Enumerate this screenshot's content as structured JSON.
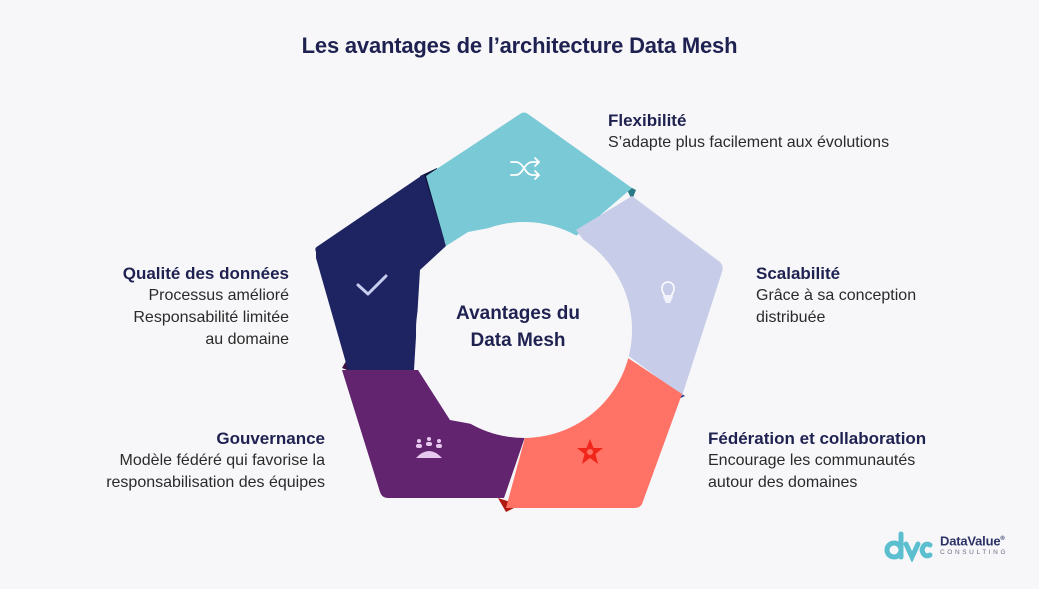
{
  "title": "Les avantages de l’architecture Data Mesh",
  "center": {
    "line1": "Avantages du",
    "line2": "Data Mesh"
  },
  "segments": [
    {
      "id": "flexibilite",
      "heading": "Flexibilité",
      "lines": [
        "S’adapte plus facilement aux évolutions"
      ],
      "icon": "shuffle-icon",
      "color": "#7ac9d6",
      "shadow": "#2b7a86",
      "icon_color": "#ffffff"
    },
    {
      "id": "scalabilite",
      "heading": "Scalabilité",
      "lines": [
        "Grâce à sa conception",
        "distribuée"
      ],
      "icon": "lightbulb-icon",
      "color": "#c7cde8",
      "shadow": "#34408f",
      "icon_color": "#ffffff"
    },
    {
      "id": "federation",
      "heading": "Fédération et collaboration",
      "lines": [
        "Encourage les communautés",
        "autour des domaines"
      ],
      "icon": "hands-star-icon",
      "color": "#ff7266",
      "shadow": "#b01a10",
      "icon_color": "#f0261a"
    },
    {
      "id": "gouvernance",
      "heading": "Gouvernance",
      "lines": [
        "Modèle fédéré qui favorise la",
        "responsabilisation des équipes"
      ],
      "icon": "team-meeting-icon",
      "color": "#62246f",
      "shadow": "#3a1243",
      "icon_color": "#e7c9f0"
    },
    {
      "id": "qualite",
      "heading": "Qualité des données",
      "lines": [
        "Processus amélioré",
        "Responsabilité limitée",
        "au domaine"
      ],
      "icon": "checkmark-icon",
      "color": "#1e2462",
      "shadow": "#0d1136",
      "icon_color": "#c9cdf0"
    }
  ],
  "logo": {
    "brand": "DataValue",
    "registered": "®",
    "subtitle": "CONSULTING",
    "mark_color": "#5bbfcf"
  }
}
